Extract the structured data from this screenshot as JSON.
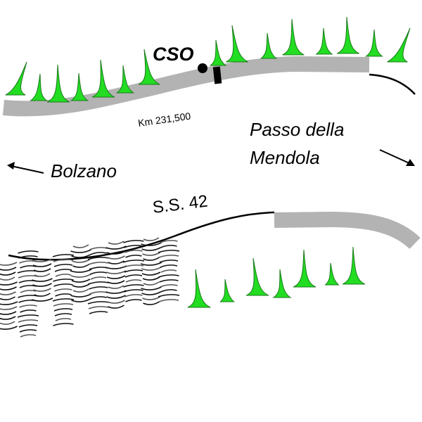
{
  "labels": {
    "cso": "CSO",
    "km": "Km 231,500",
    "passo_line1": "Passo della",
    "passo_line2": "Mendola",
    "bolzano": "Bolzano",
    "road": "S.S. 42"
  },
  "colors": {
    "tree_fill": "#22dd22",
    "tree_stroke": "#1a7a1a",
    "road_gray": "#b3b3b3",
    "line": "#000000"
  }
}
